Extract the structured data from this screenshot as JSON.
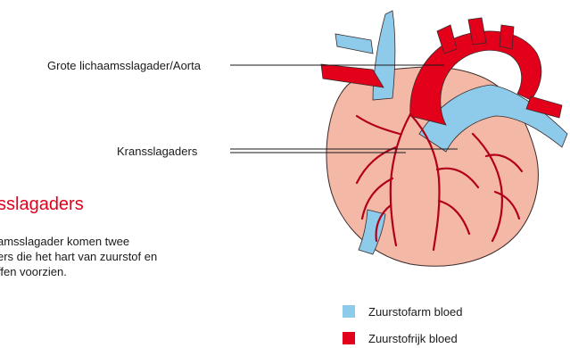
{
  "labels": {
    "aorta": "Grote lichaamsslagader/Aorta",
    "kransslagaders": "Kransslagaders"
  },
  "section": {
    "title": "sslagaders",
    "body_line_1": "amsslagader komen twee",
    "body_line_2": "ers die het hart van zuurstof en",
    "body_line_3": "ffen voorzien."
  },
  "legend": [
    {
      "label": "Zuurstofarm bloed",
      "color": "#8ecbea"
    },
    {
      "label": "Zuurstofrijk bloed",
      "color": "#e2001a"
    }
  ],
  "colors": {
    "accent": "#e2001a",
    "deoxygenated": "#8ecbea",
    "oxygenated": "#e2001a",
    "heart_muscle": "#f3b8a6"
  }
}
